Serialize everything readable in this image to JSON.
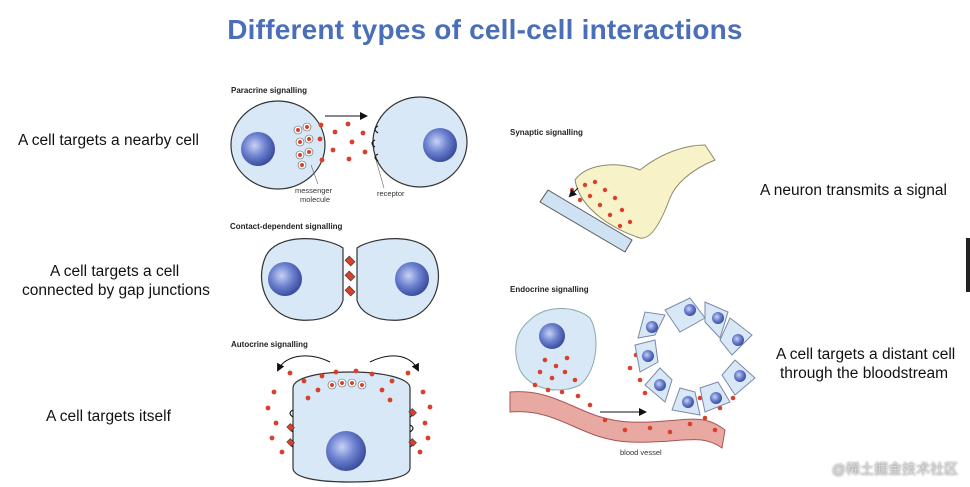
{
  "title": "Different types of cell-cell interactions",
  "captions": {
    "paracrine": "A cell targets a nearby cell",
    "contact_line1": "A cell targets a cell",
    "contact_line2": "connected by gap junctions",
    "autocrine": "A cell targets itself",
    "synaptic": "A neuron transmits a signal",
    "endocrine_line1": "A cell targets a distant cell",
    "endocrine_line2": "through the bloodstream"
  },
  "panel_labels": {
    "paracrine": "Paracrine signalling",
    "contact": "Contact-dependent signalling",
    "autocrine": "Autocrine signalling",
    "synaptic": "Synaptic signalling",
    "endocrine": "Endocrine signalling"
  },
  "annotations": {
    "messenger_line1": "messenger",
    "messenger_line2": "molecule",
    "receptor": "receptor",
    "blood_vessel": "blood vessel"
  },
  "watermark": "@稀土掘金技术社区",
  "colors": {
    "title": "#4a6fb8",
    "cell_fill": "#d8e8f6",
    "nucleus": "#5d73c4",
    "molecule": "#d9402b",
    "neuron": "#f7f2c8",
    "vessel": "#e8a9a3"
  }
}
